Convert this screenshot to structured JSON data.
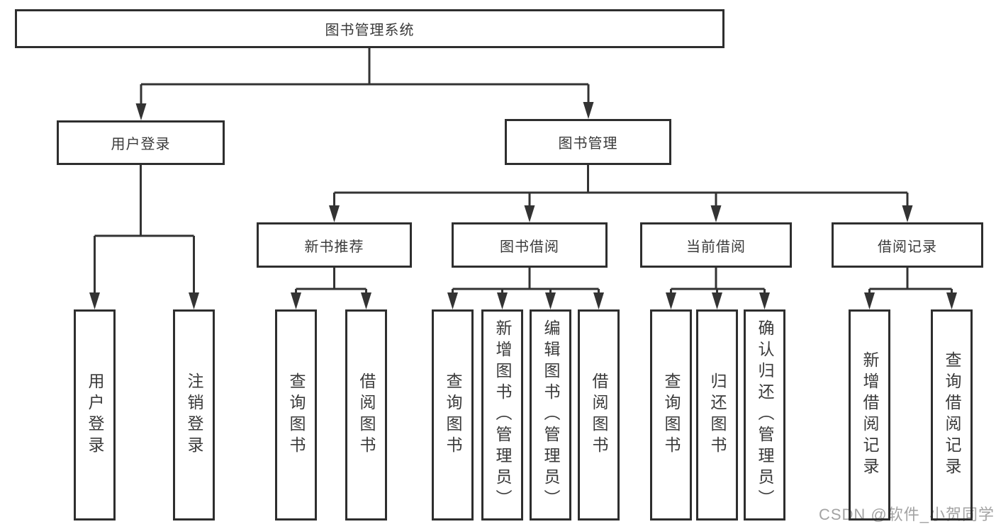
{
  "diagram_type": "function-structure-tree",
  "colors": {
    "line": "#333333",
    "border": "#2e2e2e",
    "text": "#3a3a3a",
    "background": "#ffffff",
    "watermark": "#a3a3a3"
  },
  "tree": {
    "root": {
      "label": "图书管理系统"
    },
    "branches": [
      {
        "label": "用户登录",
        "children": [
          "用户登录",
          "注销登录"
        ]
      },
      {
        "label": "图书管理",
        "sections": [
          {
            "label": "新书推荐",
            "children": [
              "查询图书",
              "借阅图书"
            ]
          },
          {
            "label": "图书借阅",
            "children": [
              "查询图书",
              "新增图书（管理员）",
              "编辑图书（管理员）",
              "借阅图书"
            ]
          },
          {
            "label": "当前借阅",
            "children": [
              "查询图书",
              "归还图书",
              "确认归还（管理员）"
            ]
          },
          {
            "label": "借阅记录",
            "children": [
              "新增借阅记录",
              "查询借阅记录"
            ]
          }
        ]
      }
    ]
  },
  "watermark": "CSDN @软件_小贺同学"
}
